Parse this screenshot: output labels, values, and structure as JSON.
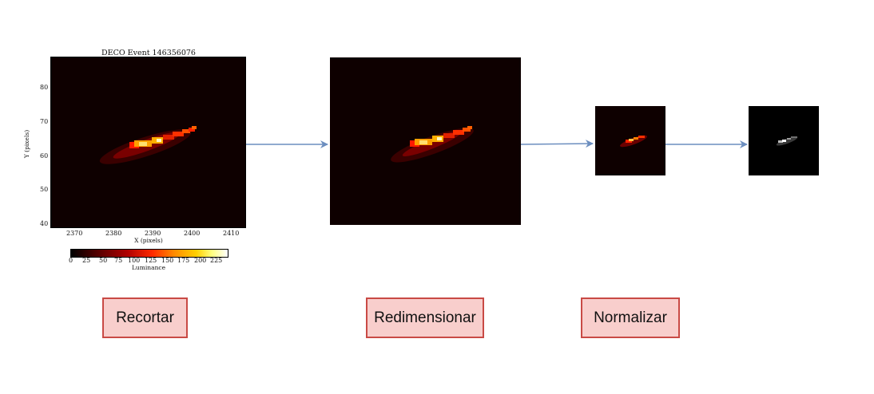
{
  "plot": {
    "title": "DECO Event 146356076",
    "ylabel": "Y (pixels)",
    "xlabel": "X (pixels)",
    "yticks": [
      "80",
      "70",
      "60",
      "50",
      "40"
    ],
    "xticks": [
      "2370",
      "2380",
      "2390",
      "2400",
      "2410"
    ],
    "colorbar_label": "Luminance",
    "colorbar_ticks": [
      "0",
      "25",
      "50",
      "75",
      "100",
      "125",
      "150",
      "175",
      "200",
      "225"
    ]
  },
  "steps": [
    {
      "label": "Recortar"
    },
    {
      "label": "Redimensionar"
    },
    {
      "label": "Normalizar"
    }
  ],
  "colors": {
    "arrow": "#6c8ebf",
    "box_fill": "#f8cecc",
    "box_stroke": "#c94a45"
  }
}
